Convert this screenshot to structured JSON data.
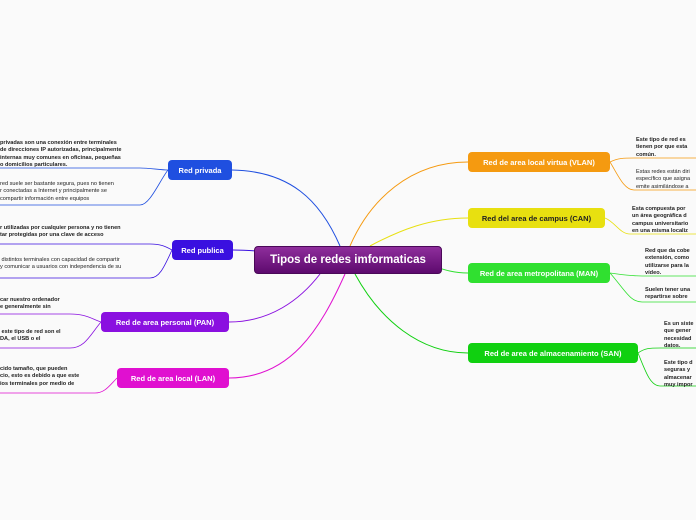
{
  "central": {
    "label": "Tipos de redes imformaticas",
    "color": "#7a1d8a"
  },
  "left": [
    {
      "label": "Red privada",
      "color": "#1f4fe0",
      "leaves": [
        {
          "lines": [
            "privadas son una conexión entre terminales",
            "de direcciones IP autorizadas, principalmente",
            "internas muy comunes en oficinas, pequeñas",
            "o domicilios particulares."
          ],
          "bold": true
        },
        {
          "lines": [
            "red suele ser bastante segura, pues no tienen",
            "r conectadas a Internet y principalmente se",
            "compartir información entre equipos"
          ],
          "bold": false
        }
      ]
    },
    {
      "label": "Red publica",
      "color": "#3a10e0",
      "leaves": [
        {
          "lines": [
            "r utilizadas por cualquier persona y no tienen",
            "tar protegidas por una clave de acceso"
          ],
          "bold": true
        },
        {
          "lines": [
            " distintos terminales con capacidad de compartir",
            "y comunicar a usuarios con independencia de su"
          ],
          "bold": false
        }
      ]
    },
    {
      "label": "Red de area personal (PAN)",
      "color": "#8a10e0",
      "leaves": [
        {
          "lines": [
            "car nuestro ordenador",
            "e generalmente sin"
          ],
          "bold": true
        },
        {
          "lines": [
            " este tipo de red son el",
            "DA, el USB o el"
          ],
          "bold": true
        }
      ]
    },
    {
      "label": "Red de area local (LAN)",
      "color": "#e010d0",
      "leaves": [
        {
          "lines": [
            "cido tamaño, que pueden",
            "cio, esto es debido a que este",
            "ios terminales por medio de"
          ],
          "bold": true
        }
      ]
    }
  ],
  "right": [
    {
      "label": "Red de area local virtua (VLAN)",
      "color": "#f59a10",
      "leaves": [
        {
          "lines": [
            "Este tipo de red es",
            "tienen por que esta",
            "común."
          ],
          "bold": true
        },
        {
          "lines": [
            "Estas redes están diri",
            "específico que asigna",
            "emite asimilándose a"
          ],
          "bold": false
        }
      ]
    },
    {
      "label": "Red del area de campus (CAN)",
      "color": "#e8e010",
      "leaves": [
        {
          "lines": [
            "Esta compuesta por",
            "un área geográfica d",
            "campus universitario",
            "en una misma localiz"
          ],
          "bold": true
        }
      ]
    },
    {
      "label": "Red de area metropolitana (MAN)",
      "color": "#30e030",
      "leaves": [
        {
          "lines": [
            "Red que da cobe",
            "extensión, como",
            "utilizarse para la",
            "vídeo."
          ],
          "bold": true
        },
        {
          "lines": [
            "Suelen tener una",
            "repartirse sobre"
          ],
          "bold": true
        }
      ]
    },
    {
      "label": "Red de area de almacenamiento (SAN)",
      "color": "#10d010",
      "leaves": [
        {
          "lines": [
            "Es un siste",
            "que gener",
            "necesidad",
            "datos."
          ],
          "bold": true
        },
        {
          "lines": [
            "Este tipo d",
            "seguras y",
            "almacenar",
            "muy impor"
          ],
          "bold": true
        }
      ]
    }
  ]
}
